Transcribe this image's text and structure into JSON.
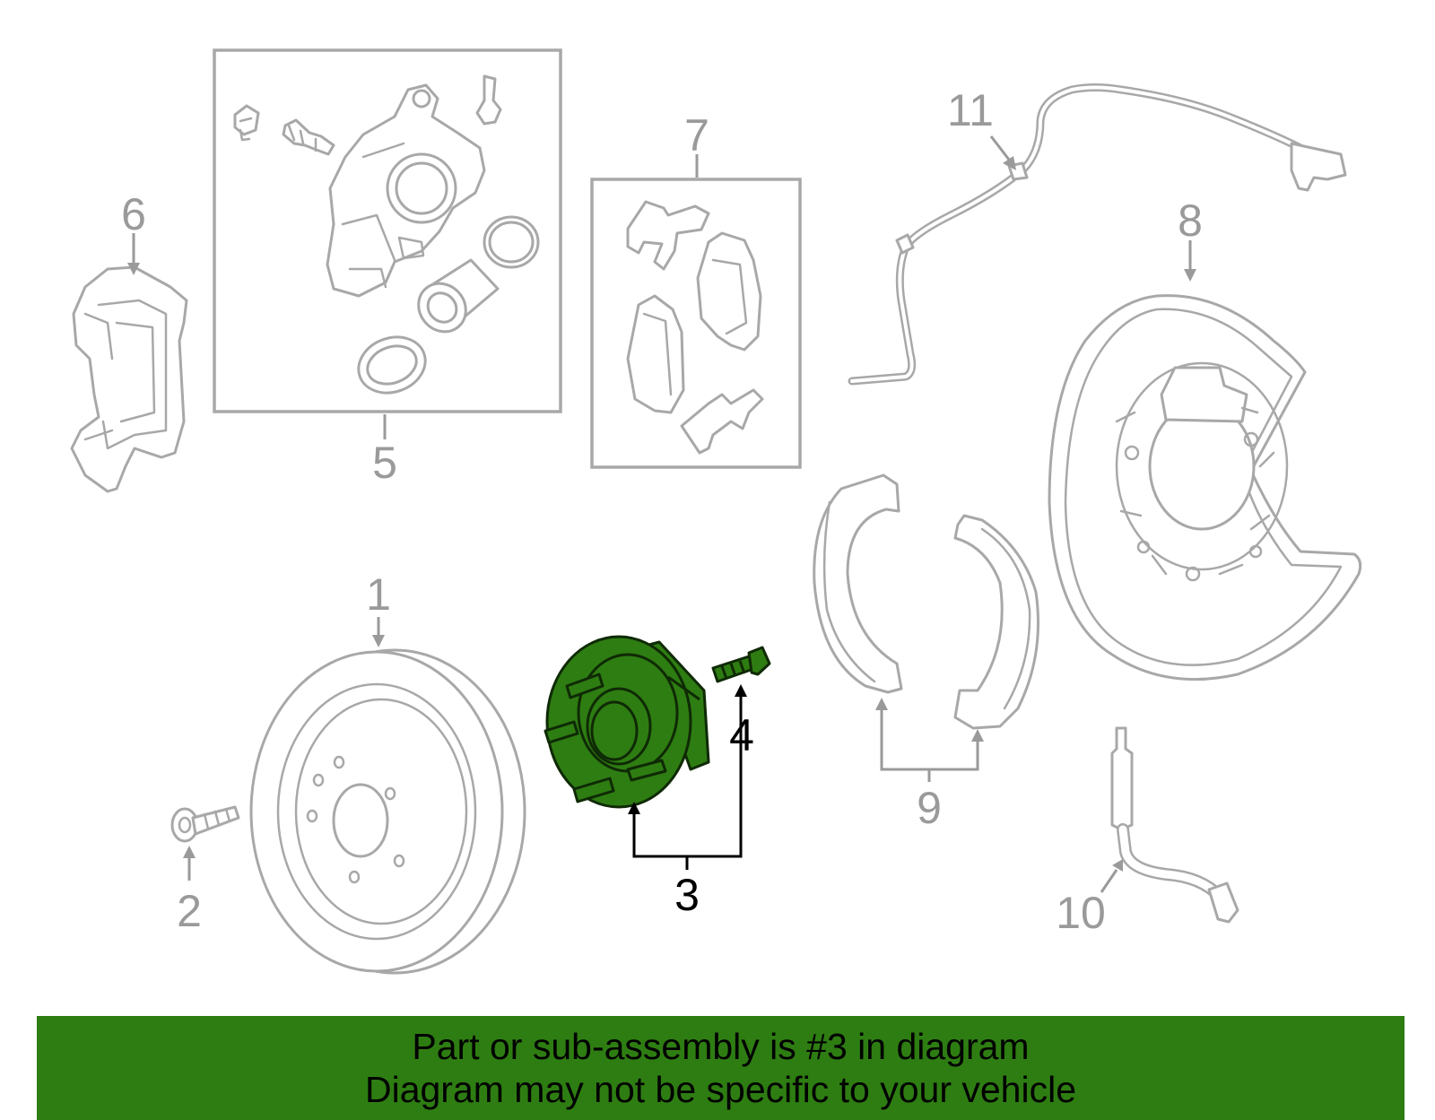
{
  "callouts": [
    {
      "id": "1",
      "label": "1",
      "highlighted": false
    },
    {
      "id": "2",
      "label": "2",
      "highlighted": false
    },
    {
      "id": "3",
      "label": "3",
      "highlighted": true
    },
    {
      "id": "4",
      "label": "4",
      "highlighted": true
    },
    {
      "id": "5",
      "label": "5",
      "highlighted": false
    },
    {
      "id": "6",
      "label": "6",
      "highlighted": false
    },
    {
      "id": "7",
      "label": "7",
      "highlighted": false
    },
    {
      "id": "8",
      "label": "8",
      "highlighted": false
    },
    {
      "id": "9",
      "label": "9",
      "highlighted": false
    },
    {
      "id": "10",
      "label": "10",
      "highlighted": false
    },
    {
      "id": "11",
      "label": "11",
      "highlighted": false
    }
  ],
  "banner": {
    "line1": "Part or sub-assembly is #3 in diagram",
    "line2": "Diagram may not be specific to your vehicle"
  },
  "colors": {
    "highlight": "#2e7d12",
    "part_outline": "#a8a8a8",
    "callout_text": "#9a9a9a",
    "highlight_text": "#000000"
  }
}
